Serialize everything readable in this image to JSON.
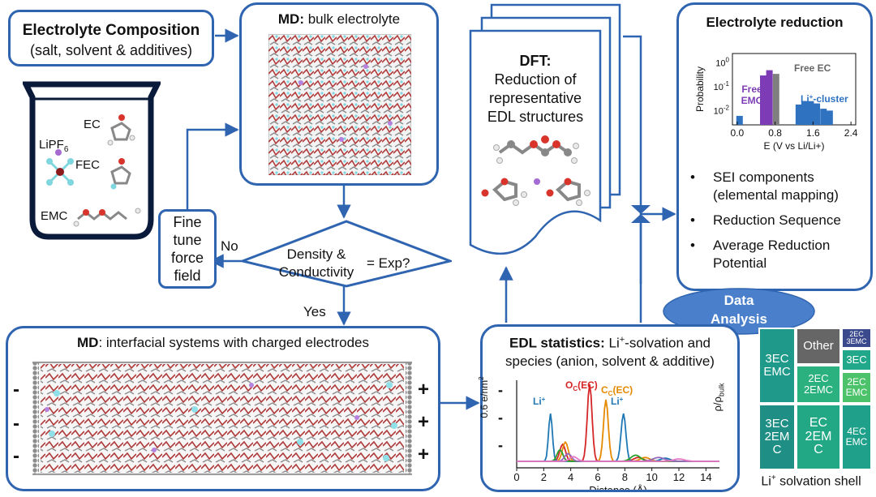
{
  "composition": {
    "title": "Electrolyte Composition",
    "subtitle": "(salt, solvent & additives)"
  },
  "beaker": {
    "salt": "LiPF",
    "salt_sub": "6",
    "ec": "EC",
    "fec": "FEC",
    "emc": "EMC"
  },
  "md_bulk": {
    "bold": "MD:",
    "rest": " bulk electrolyte"
  },
  "finetune": {
    "lines": [
      "Fine",
      "tune",
      "force",
      "field"
    ]
  },
  "decision": {
    "line1": "Density &",
    "line2": "Conductivity",
    "right": "= Exp?",
    "no": "No",
    "yes": "Yes"
  },
  "md_interface": {
    "bold": "MD",
    "rest": ": interfacial systems with charged electrodes",
    "minus": "-",
    "plus": "+"
  },
  "dft": {
    "lines": [
      "DFT:",
      "Reduction of",
      "representative",
      "EDL structures"
    ]
  },
  "reduction": {
    "title": "Electrolyte reduction",
    "bullets": [
      "SEI components",
      "(elemental mapping)",
      "Reduction Sequence",
      "Average Reduction",
      "Potential"
    ]
  },
  "data_analysis": {
    "line1": "Data",
    "line2": "Analysis"
  },
  "edl": {
    "title_bold": "EDL statistics:",
    "title_rest": " Li",
    "title_sup": "+",
    "title_rest2": "-solvation and",
    "line2": "species (anion, solvent & additive)",
    "scale_label": "0.6 e/nm",
    "scale_sup": "2",
    "right_label": "ρ/ρ",
    "right_sub": "bulk"
  },
  "edl_chart": {
    "type": "line",
    "xlabel": "Distance (Å)",
    "xlim": [
      0,
      15
    ],
    "xticks": [
      0,
      2,
      4,
      6,
      8,
      10,
      12,
      14
    ],
    "annotations": [
      {
        "text": "O",
        "sub": "C",
        "suffix": "(EC)",
        "color": "#d62728"
      },
      {
        "text": "C",
        "sub": "C",
        "suffix": "(EC)",
        "color": "#e68a00"
      },
      {
        "text": "Li",
        "sup": "+",
        "color": "#1f77b4"
      },
      {
        "text": "Li",
        "sup": "+",
        "color": "#1f77b4"
      }
    ],
    "series": [
      {
        "color": "#d62728",
        "peaks": [
          [
            5.4,
            1.0,
            0.25
          ],
          [
            3.4,
            0.22,
            0.3
          ],
          [
            9.0,
            0.05,
            0.5
          ]
        ]
      },
      {
        "color": "#e68a00",
        "peaks": [
          [
            6.6,
            0.8,
            0.25
          ],
          [
            3.6,
            0.25,
            0.3
          ],
          [
            9.5,
            0.05,
            0.5
          ]
        ]
      },
      {
        "color": "#1f77b4",
        "peaks": [
          [
            2.5,
            0.62,
            0.2
          ],
          [
            7.9,
            0.62,
            0.25
          ],
          [
            11.0,
            0.04,
            0.5
          ]
        ]
      },
      {
        "color": "#2ca02c",
        "peaks": [
          [
            3.2,
            0.15,
            0.3
          ],
          [
            8.8,
            0.08,
            0.5
          ]
        ]
      },
      {
        "color": "#9467bd",
        "peaks": [
          [
            3.8,
            0.1,
            0.35
          ],
          [
            10.5,
            0.05,
            0.6
          ]
        ]
      },
      {
        "color": "#e377c2",
        "peaks": [
          [
            4.2,
            0.06,
            0.4
          ],
          [
            12.0,
            0.03,
            0.6
          ]
        ]
      }
    ]
  },
  "hist_chart": {
    "type": "bar",
    "ylabel": "Probability",
    "xlabel": "E (V vs Li/Li+)",
    "xticks": [
      "0.0",
      "0.8",
      "1.6",
      "2.4"
    ],
    "yticks": [
      {
        "base": "10",
        "exp": "0"
      },
      {
        "base": "10",
        "exp": "-1"
      },
      {
        "base": "10",
        "exp": "-2"
      }
    ],
    "labels": {
      "free_ec": "Free EC",
      "free_emc_1": "Free",
      "free_emc_2": "EMC",
      "li_cluster": "Li",
      "li_cluster_sup": "+",
      "li_cluster_rest": "-cluster"
    },
    "bars": [
      {
        "x": 0.05,
        "p": 0.006,
        "color": "#2f72c0"
      },
      {
        "x": 0.55,
        "p": 0.3,
        "color": "#7d3cb5"
      },
      {
        "x": 0.68,
        "p": 0.5,
        "color": "#7d3cb5"
      },
      {
        "x": 0.82,
        "p": 0.35,
        "color": "#7f7f7f"
      },
      {
        "x": 1.3,
        "p": 0.018,
        "color": "#2f72c0"
      },
      {
        "x": 1.42,
        "p": 0.025,
        "color": "#2f72c0"
      },
      {
        "x": 1.55,
        "p": 0.025,
        "color": "#2f72c0"
      },
      {
        "x": 1.68,
        "p": 0.02,
        "color": "#2f72c0"
      },
      {
        "x": 1.82,
        "p": 0.012,
        "color": "#2f72c0"
      },
      {
        "x": 1.95,
        "p": 0.01,
        "color": "#2f72c0"
      }
    ]
  },
  "treemap": {
    "caption": "Li",
    "caption_sup": "+",
    "caption_rest": " solvation shell",
    "cells": [
      {
        "label": "3EC\nEMC",
        "color": "#1f9a8a"
      },
      {
        "label": "Other",
        "color": "#666666"
      },
      {
        "label": "2EC\n3EMC",
        "color": "#3b4a8c"
      },
      {
        "label": "3EC",
        "color": "#21a88a"
      },
      {
        "label": "2EC\n2EMC",
        "color": "#2bb07f"
      },
      {
        "label": "2EC\nEMC",
        "color": "#4cc36a"
      },
      {
        "label": "3EC\n2EM\nC",
        "color": "#1f8f86"
      },
      {
        "label": "EC\n2EM\nC",
        "color": "#22a884"
      },
      {
        "label": "4EC\nEMC",
        "color": "#1fa08a"
      }
    ]
  },
  "colors": {
    "frame": "#2f64b0",
    "ellipse": "#4a7fcb"
  }
}
